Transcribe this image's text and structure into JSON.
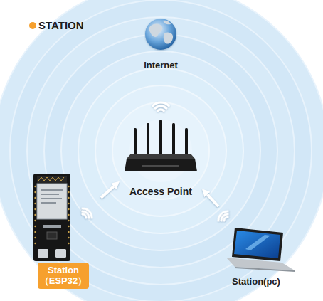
{
  "diagram": {
    "title": "STATION",
    "nodes": [
      {
        "text": [
          "Internet"
        ]
      },
      {
        "text": [
          "Access Point"
        ]
      },
      {
        "text": [
          "Station （ESP32）"
        ]
      },
      {
        "text": [
          "Station(pc)"
        ]
      }
    ],
    "edges": [
      {
        "from": 1,
        "to": 0,
        "arrow": "to"
      },
      {
        "from": 2,
        "to": 1,
        "arrow": "to"
      },
      {
        "from": 3,
        "to": 1,
        "arrow": "to"
      }
    ]
  }
}
